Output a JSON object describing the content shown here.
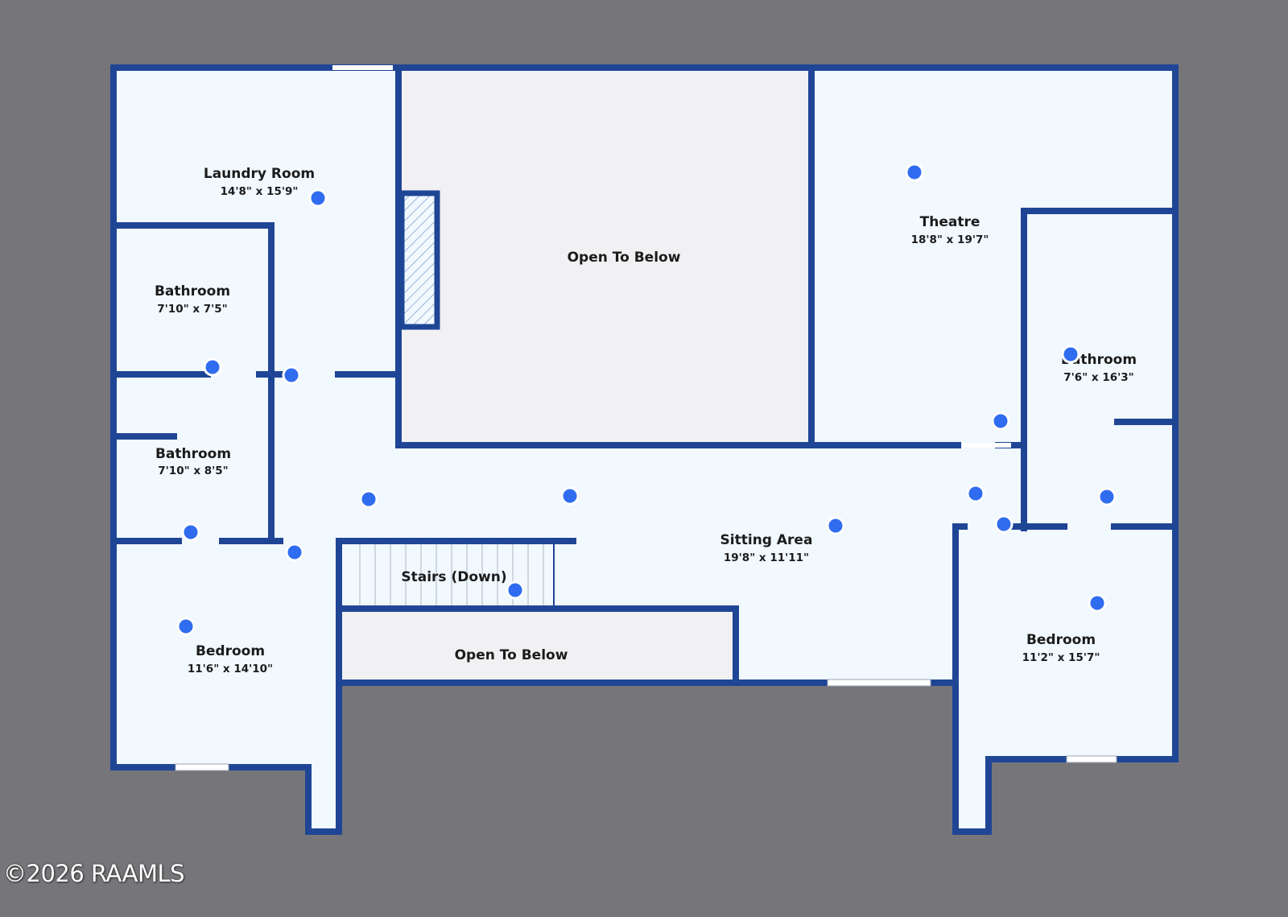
{
  "colors": {
    "background": "#76767a",
    "wall": "#1f4595",
    "floor": "#f1f8fe",
    "open_area": "#f1f1f4",
    "marker": "#2f6cef"
  },
  "rooms": {
    "laundry": {
      "name": "Laundry Room",
      "dim": "14'8\" x 15'9\""
    },
    "bath1": {
      "name": "Bathroom",
      "dim": "7'10\" x 7'5\""
    },
    "bath2": {
      "name": "Bathroom",
      "dim": "7'10\" x 8'5\""
    },
    "open_top": {
      "name": "Open To Below"
    },
    "theatre": {
      "name": "Theatre",
      "dim": "18'8\" x 19'7\""
    },
    "bath3": {
      "name": "Bathroom",
      "dim": "7'6\" x 16'3\""
    },
    "sitting": {
      "name": "Sitting Area",
      "dim": "19'8\" x 11'11\""
    },
    "stairs": {
      "name": "Stairs (Down)"
    },
    "open_bottom": {
      "name": "Open To Below"
    },
    "bed_left": {
      "name": "Bedroom",
      "dim": "11'6\" x 14'10\""
    },
    "bed_right": {
      "name": "Bedroom",
      "dim": "11'2\" x 15'7\""
    }
  },
  "markers_icon": "camera-view-marker-icon",
  "copyright": "©2026 RAAMLS"
}
